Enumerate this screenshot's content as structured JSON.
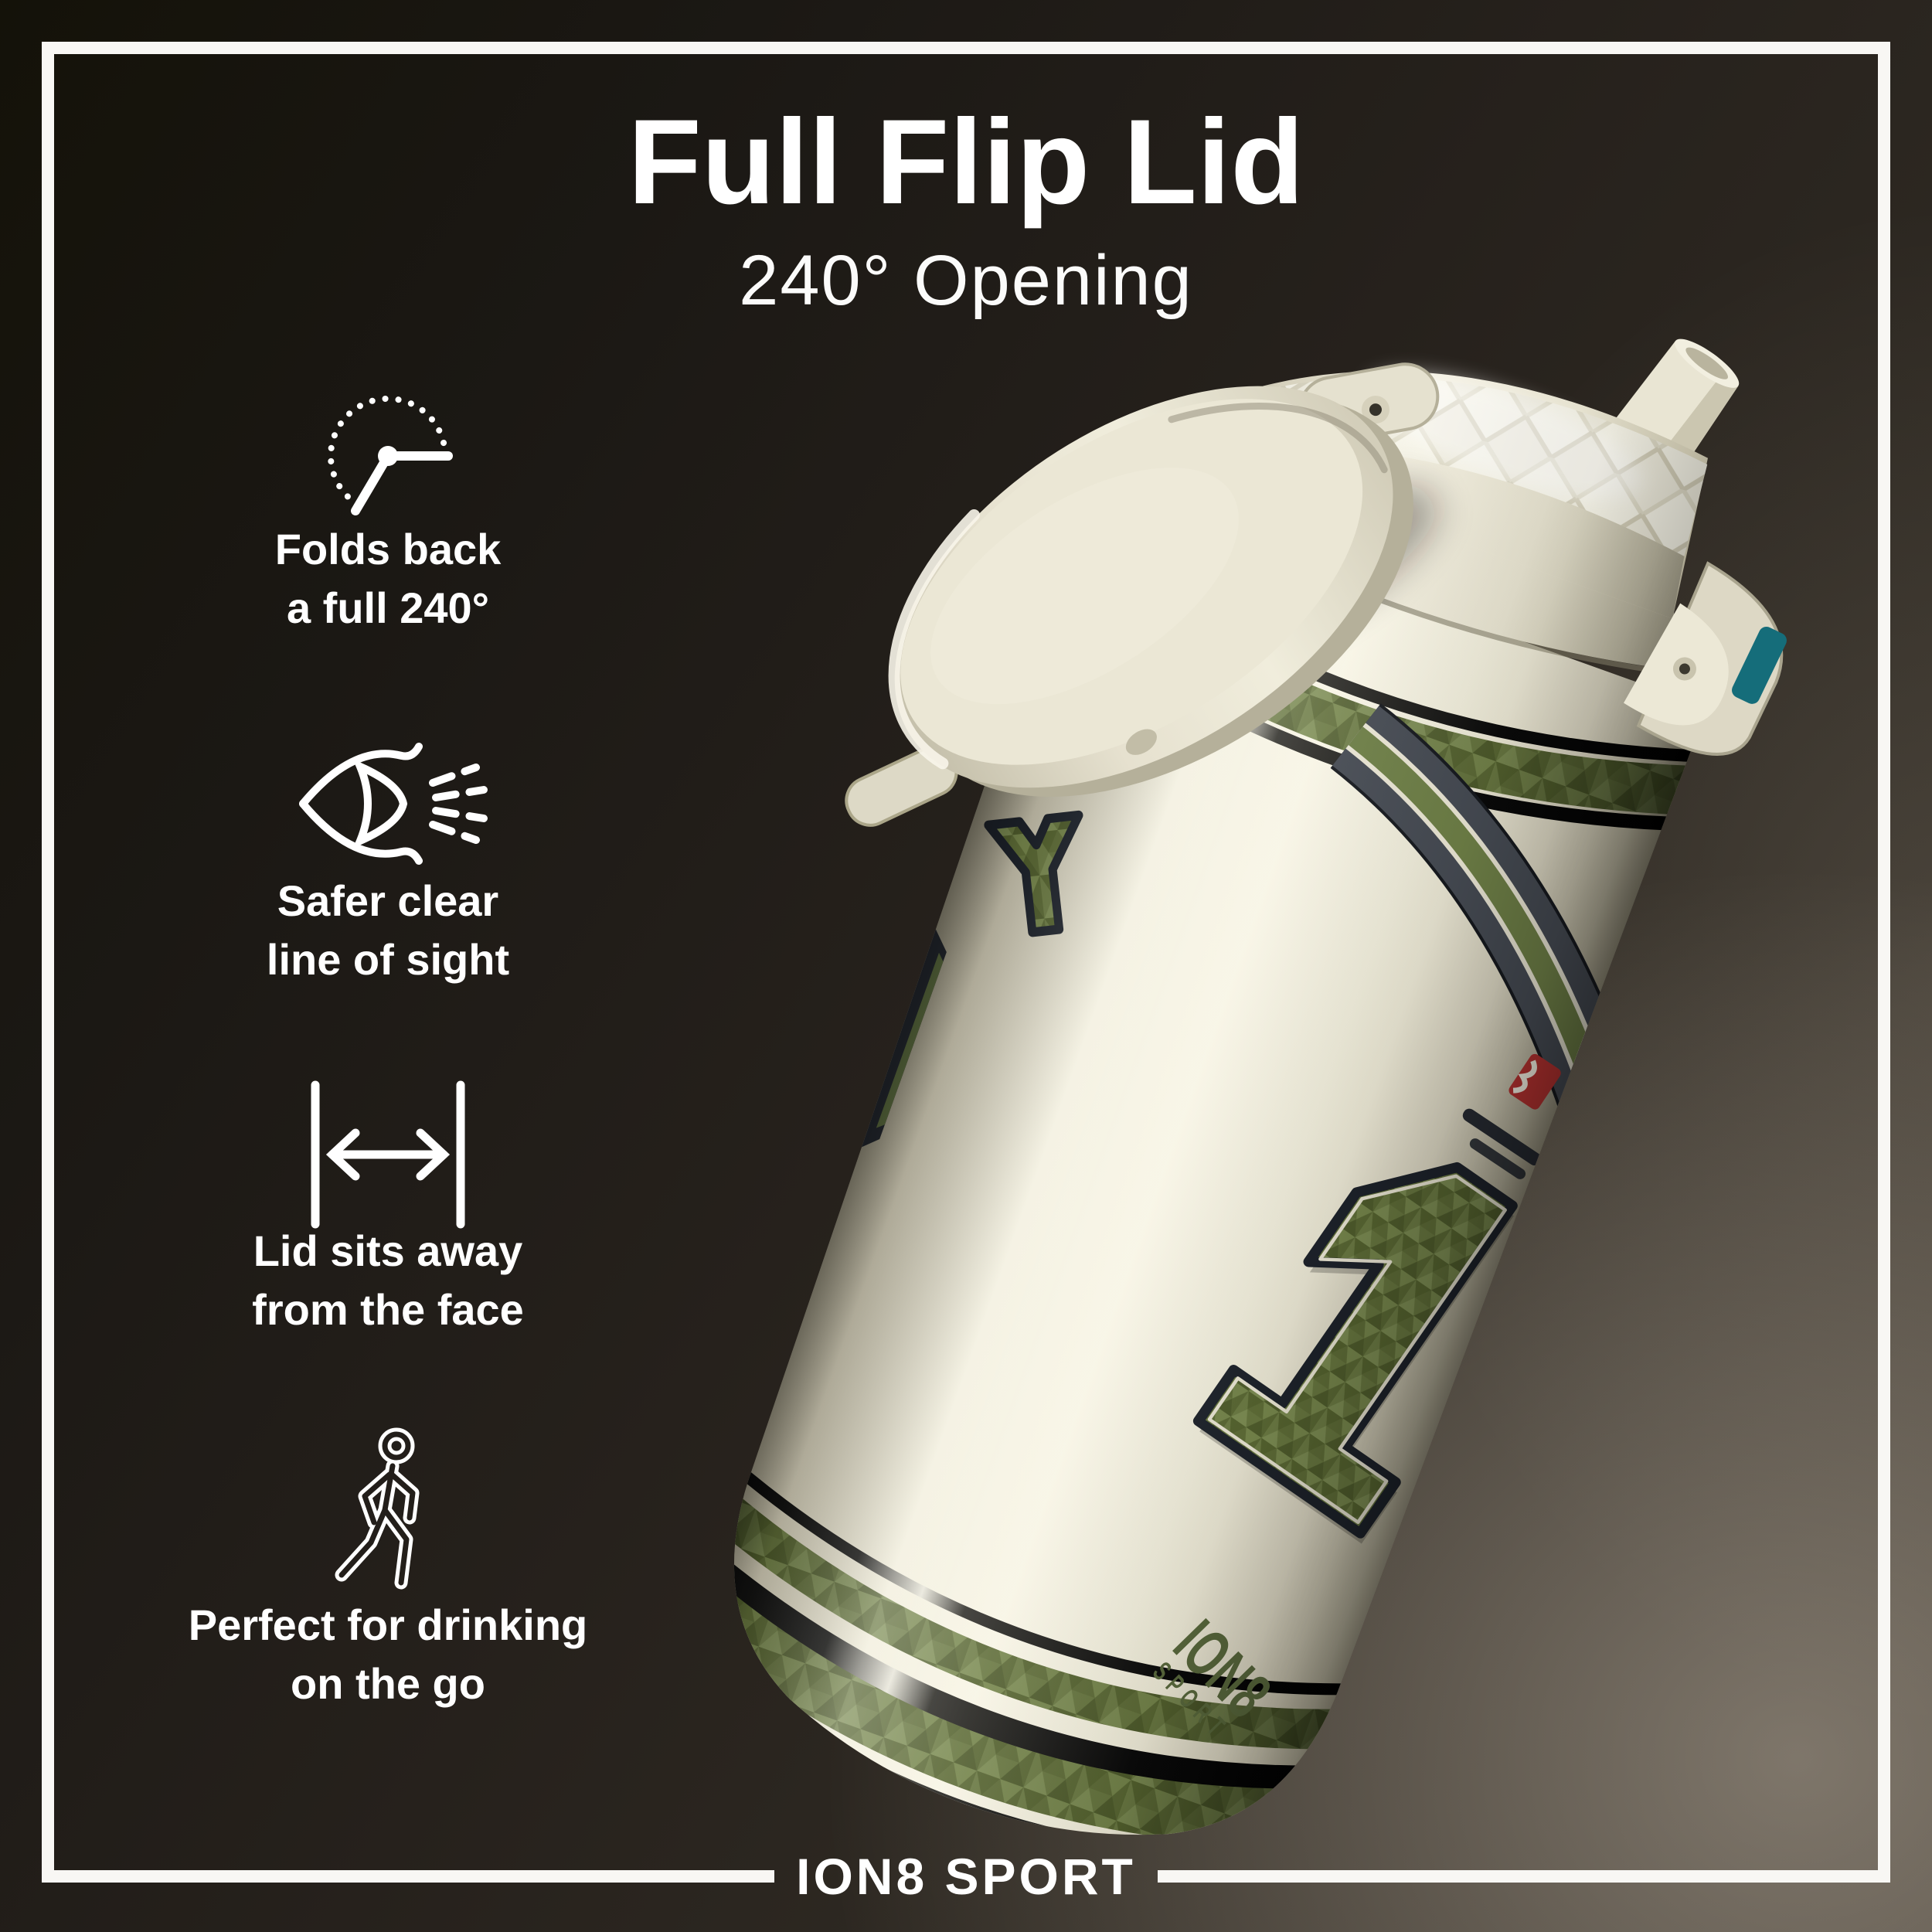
{
  "title": "Full Flip Lid",
  "subtitle": "240° Opening",
  "features": [
    {
      "icon": "angle-240-icon",
      "line1": "Folds back",
      "line2": "a full 240°"
    },
    {
      "icon": "eye-sightline-icon",
      "line1": "Safer clear",
      "line2": "line of sight"
    },
    {
      "icon": "distance-icon",
      "line1": "Lid sits away",
      "line2": "from the face"
    },
    {
      "icon": "walking-person-icon",
      "line1": "Perfect for drinking",
      "line2": "on the go"
    }
  ],
  "footer": {
    "brand": "ION8 SPORT"
  },
  "bottle": {
    "number": "1",
    "wordmark_line1": "ION8",
    "wordmark_line2": "SPORT"
  },
  "colors": {
    "background_dark": "#1a1713",
    "background_light": "#6f675c",
    "frame": "#f8f7f4",
    "text": "#ffffff",
    "bottle_cream": "#efecdb",
    "camo_green": "#66753f",
    "stripe_charcoal": "#3f434b",
    "band_black": "#0d0d0d",
    "crest_red": "#b8312f",
    "latch_teal": "#166f7c"
  }
}
